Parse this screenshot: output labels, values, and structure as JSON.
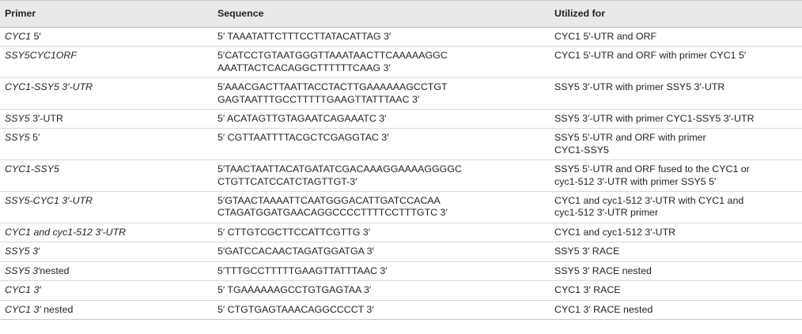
{
  "table": {
    "headers": [
      "Primer",
      "Sequence",
      "Utilized for"
    ],
    "rows": [
      {
        "primer": [
          {
            "t": "CYC1",
            "i": true
          },
          {
            "t": " 5′",
            "i": false
          }
        ],
        "sequence": [
          "5′ TAAATATTCTTTCCTTATACATTAG 3′"
        ],
        "use": [
          "CYC1 5′-UTR and ORF"
        ]
      },
      {
        "primer": [
          {
            "t": "SSY5CYC1ORF",
            "i": true
          }
        ],
        "sequence": [
          "5′CATCCTGTAATGGGTTAAATAACTTCAAAAAGGC",
          "AAATTACTCACAGGCTTTTTTCAAG 3′"
        ],
        "use": [
          "CYC1 5′-UTR and ORF with primer CYC1 5′"
        ]
      },
      {
        "primer": [
          {
            "t": "CYC1-SSY5 3′-UTR",
            "i": true
          }
        ],
        "sequence": [
          "5′AAACGACTTAATTACCTACTTGAAAAAAGCCTGT",
          "GAGTAATTTGCCTTTTTGAAGTTATTTAAC 3′"
        ],
        "use": [
          "SSY5 3′-UTR with primer SSY5 3′-UTR"
        ]
      },
      {
        "primer": [
          {
            "t": "SSY5",
            "i": true
          },
          {
            "t": " 3′-UTR",
            "i": false
          }
        ],
        "sequence": [
          "5′ ACATAGTTGTAGAATCAGAAATC 3′"
        ],
        "use": [
          "SSY5 3′-UTR with primer CYC1-SSY5 3′-UTR"
        ]
      },
      {
        "primer": [
          {
            "t": "SSY5",
            "i": true
          },
          {
            "t": " 5′",
            "i": false
          }
        ],
        "sequence": [
          "5′ CGTTAATTTTACGCTCGAGGTAC 3′"
        ],
        "use": [
          "SSY5 5′-UTR and ORF with primer",
          "CYC1-SSY5"
        ]
      },
      {
        "primer": [
          {
            "t": "CYC1-SSY5",
            "i": true
          }
        ],
        "sequence": [
          "5′TAACTAATTACATGATATCGACAAAGGAAAAGGGGC",
          "CTGTTCATCCATCTAGTTGT-3′"
        ],
        "use": [
          "SSY5 5′-UTR and ORF fused to the CYC1 or",
          "cyc1-512 3′-UTR with primer SSY5 5′"
        ]
      },
      {
        "primer": [
          {
            "t": "SSY5-CYC1 3′-UTR",
            "i": true
          }
        ],
        "sequence": [
          "5′GTAACTAAAATTCAATGGGACATTGATCCACAA",
          "CTAGATGGATGAACAGGCCCCTTTTCCTTTGTC 3′"
        ],
        "use": [
          "CYC1 and cyc1-512 3′-UTR with CYC1 and",
          "cyc1-512 3′-UTR primer"
        ]
      },
      {
        "primer": [
          {
            "t": "CYC1 and cyc1-512 3′-UTR",
            "i": true
          }
        ],
        "sequence": [
          "5′ CTTGTCGCTTCCATTCGTTG 3′"
        ],
        "use": [
          "CYC1 and cyc1-512 3′-UTR"
        ]
      },
      {
        "primer": [
          {
            "t": "SSY5 3′",
            "i": true
          }
        ],
        "sequence": [
          "5′GATCCACAACTAGATGGATGA 3′"
        ],
        "use": [
          "SSY5 3′ RACE"
        ]
      },
      {
        "primer": [
          {
            "t": "SSY5 3′",
            "i": true
          },
          {
            "t": "nested",
            "i": false
          }
        ],
        "sequence": [
          "5′TTTGCCTTTTTGAAGTTATTTAAC 3′"
        ],
        "use": [
          "SSY5 3′ RACE nested"
        ]
      },
      {
        "primer": [
          {
            "t": "CYC1 3′",
            "i": true
          }
        ],
        "sequence": [
          "5′ TGAAAAAAGCCTGTGAGTAA 3′"
        ],
        "use": [
          "CYC1 3′ RACE"
        ]
      },
      {
        "primer": [
          {
            "t": "CYC1 3′",
            "i": true
          },
          {
            "t": " nested",
            "i": false
          }
        ],
        "sequence": [
          "5′ CTGTGAGTAAACAGGCCCCT 3′"
        ],
        "use": [
          "CYC1 3′ RACE nested"
        ]
      }
    ]
  }
}
